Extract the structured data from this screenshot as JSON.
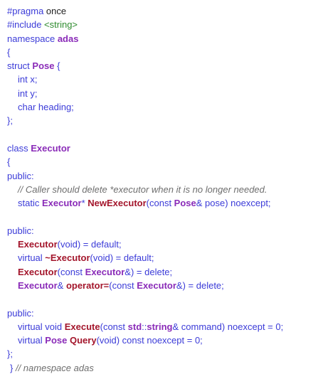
{
  "lines": [
    [
      {
        "t": "#pragma",
        "c": "t-pre"
      },
      {
        "t": " once",
        "c": "t-ident"
      }
    ],
    [
      {
        "t": "#include ",
        "c": "t-pre"
      },
      {
        "t": "<string>",
        "c": "t-str"
      }
    ],
    [
      {
        "t": "namespace ",
        "c": "t-kw"
      },
      {
        "t": "adas",
        "c": "t-type"
      }
    ],
    [
      {
        "t": "{",
        "c": "t-plain"
      }
    ],
    [
      {
        "t": "struct ",
        "c": "t-kw"
      },
      {
        "t": "Pose",
        "c": "t-type"
      },
      {
        "t": " {",
        "c": "t-plain"
      }
    ],
    {
      "indent": "indent",
      "tokens": [
        {
          "t": "int x;",
          "c": "t-plain"
        }
      ]
    },
    {
      "indent": "indent",
      "tokens": [
        {
          "t": "int y;",
          "c": "t-plain"
        }
      ]
    },
    {
      "indent": "indent",
      "tokens": [
        {
          "t": "char heading;",
          "c": "t-plain"
        }
      ]
    },
    [
      {
        "t": "};",
        "c": "t-plain"
      }
    ],
    [],
    [
      {
        "t": "class ",
        "c": "t-kw"
      },
      {
        "t": "Executor",
        "c": "t-type"
      }
    ],
    [
      {
        "t": "{",
        "c": "t-plain"
      }
    ],
    [
      {
        "t": "public:",
        "c": "t-kw"
      }
    ],
    {
      "indent": "indent",
      "tokens": [
        {
          "t": "// Caller should delete *executor when it is no longer needed.",
          "c": "t-cmt"
        }
      ]
    },
    {
      "indent": "indent",
      "tokens": [
        {
          "t": "static ",
          "c": "t-kw"
        },
        {
          "t": "Executor",
          "c": "t-type"
        },
        {
          "t": "* ",
          "c": "t-plain"
        },
        {
          "t": "NewExecutor",
          "c": "t-fn"
        },
        {
          "t": "(const ",
          "c": "t-plain"
        },
        {
          "t": "Pose",
          "c": "t-type"
        },
        {
          "t": "& pose) noexcept;",
          "c": "t-plain"
        }
      ]
    },
    [],
    [
      {
        "t": "public:",
        "c": "t-kw"
      }
    ],
    {
      "indent": "indent",
      "tokens": [
        {
          "t": "Executor",
          "c": "t-fn"
        },
        {
          "t": "(void) = default;",
          "c": "t-plain"
        }
      ]
    },
    {
      "indent": "indent",
      "tokens": [
        {
          "t": "virtual ",
          "c": "t-kw"
        },
        {
          "t": "~Executor",
          "c": "t-fn"
        },
        {
          "t": "(void) = default;",
          "c": "t-plain"
        }
      ]
    },
    {
      "indent": "indent",
      "tokens": [
        {
          "t": "Executor",
          "c": "t-fn"
        },
        {
          "t": "(const ",
          "c": "t-plain"
        },
        {
          "t": "Executor",
          "c": "t-type"
        },
        {
          "t": "&) = delete;",
          "c": "t-plain"
        }
      ]
    },
    {
      "indent": "indent",
      "tokens": [
        {
          "t": "Executor",
          "c": "t-type"
        },
        {
          "t": "& ",
          "c": "t-plain"
        },
        {
          "t": "operator=",
          "c": "t-fn"
        },
        {
          "t": "(const ",
          "c": "t-plain"
        },
        {
          "t": "Executor",
          "c": "t-type"
        },
        {
          "t": "&) = delete;",
          "c": "t-plain"
        }
      ]
    },
    [],
    [
      {
        "t": "public:",
        "c": "t-kw"
      }
    ],
    {
      "indent": "indent",
      "tokens": [
        {
          "t": "virtual void ",
          "c": "t-kw"
        },
        {
          "t": "Execute",
          "c": "t-fn"
        },
        {
          "t": "(const ",
          "c": "t-plain"
        },
        {
          "t": "std",
          "c": "t-type"
        },
        {
          "t": "::",
          "c": "t-plain"
        },
        {
          "t": "string",
          "c": "t-type"
        },
        {
          "t": "& command) noexcept = 0;",
          "c": "t-plain"
        }
      ]
    },
    {
      "indent": "indent",
      "tokens": [
        {
          "t": "virtual ",
          "c": "t-kw"
        },
        {
          "t": "Pose ",
          "c": "t-type"
        },
        {
          "t": "Query",
          "c": "t-fn"
        },
        {
          "t": "(void) const noexcept = 0;",
          "c": "t-plain"
        }
      ]
    },
    [
      {
        "t": "};",
        "c": "t-plain"
      }
    ],
    {
      "indent": "indent-half",
      "tokens": [
        {
          "t": "} ",
          "c": "t-plain"
        },
        {
          "t": "// namespace adas",
          "c": "t-cmt"
        }
      ]
    }
  ]
}
